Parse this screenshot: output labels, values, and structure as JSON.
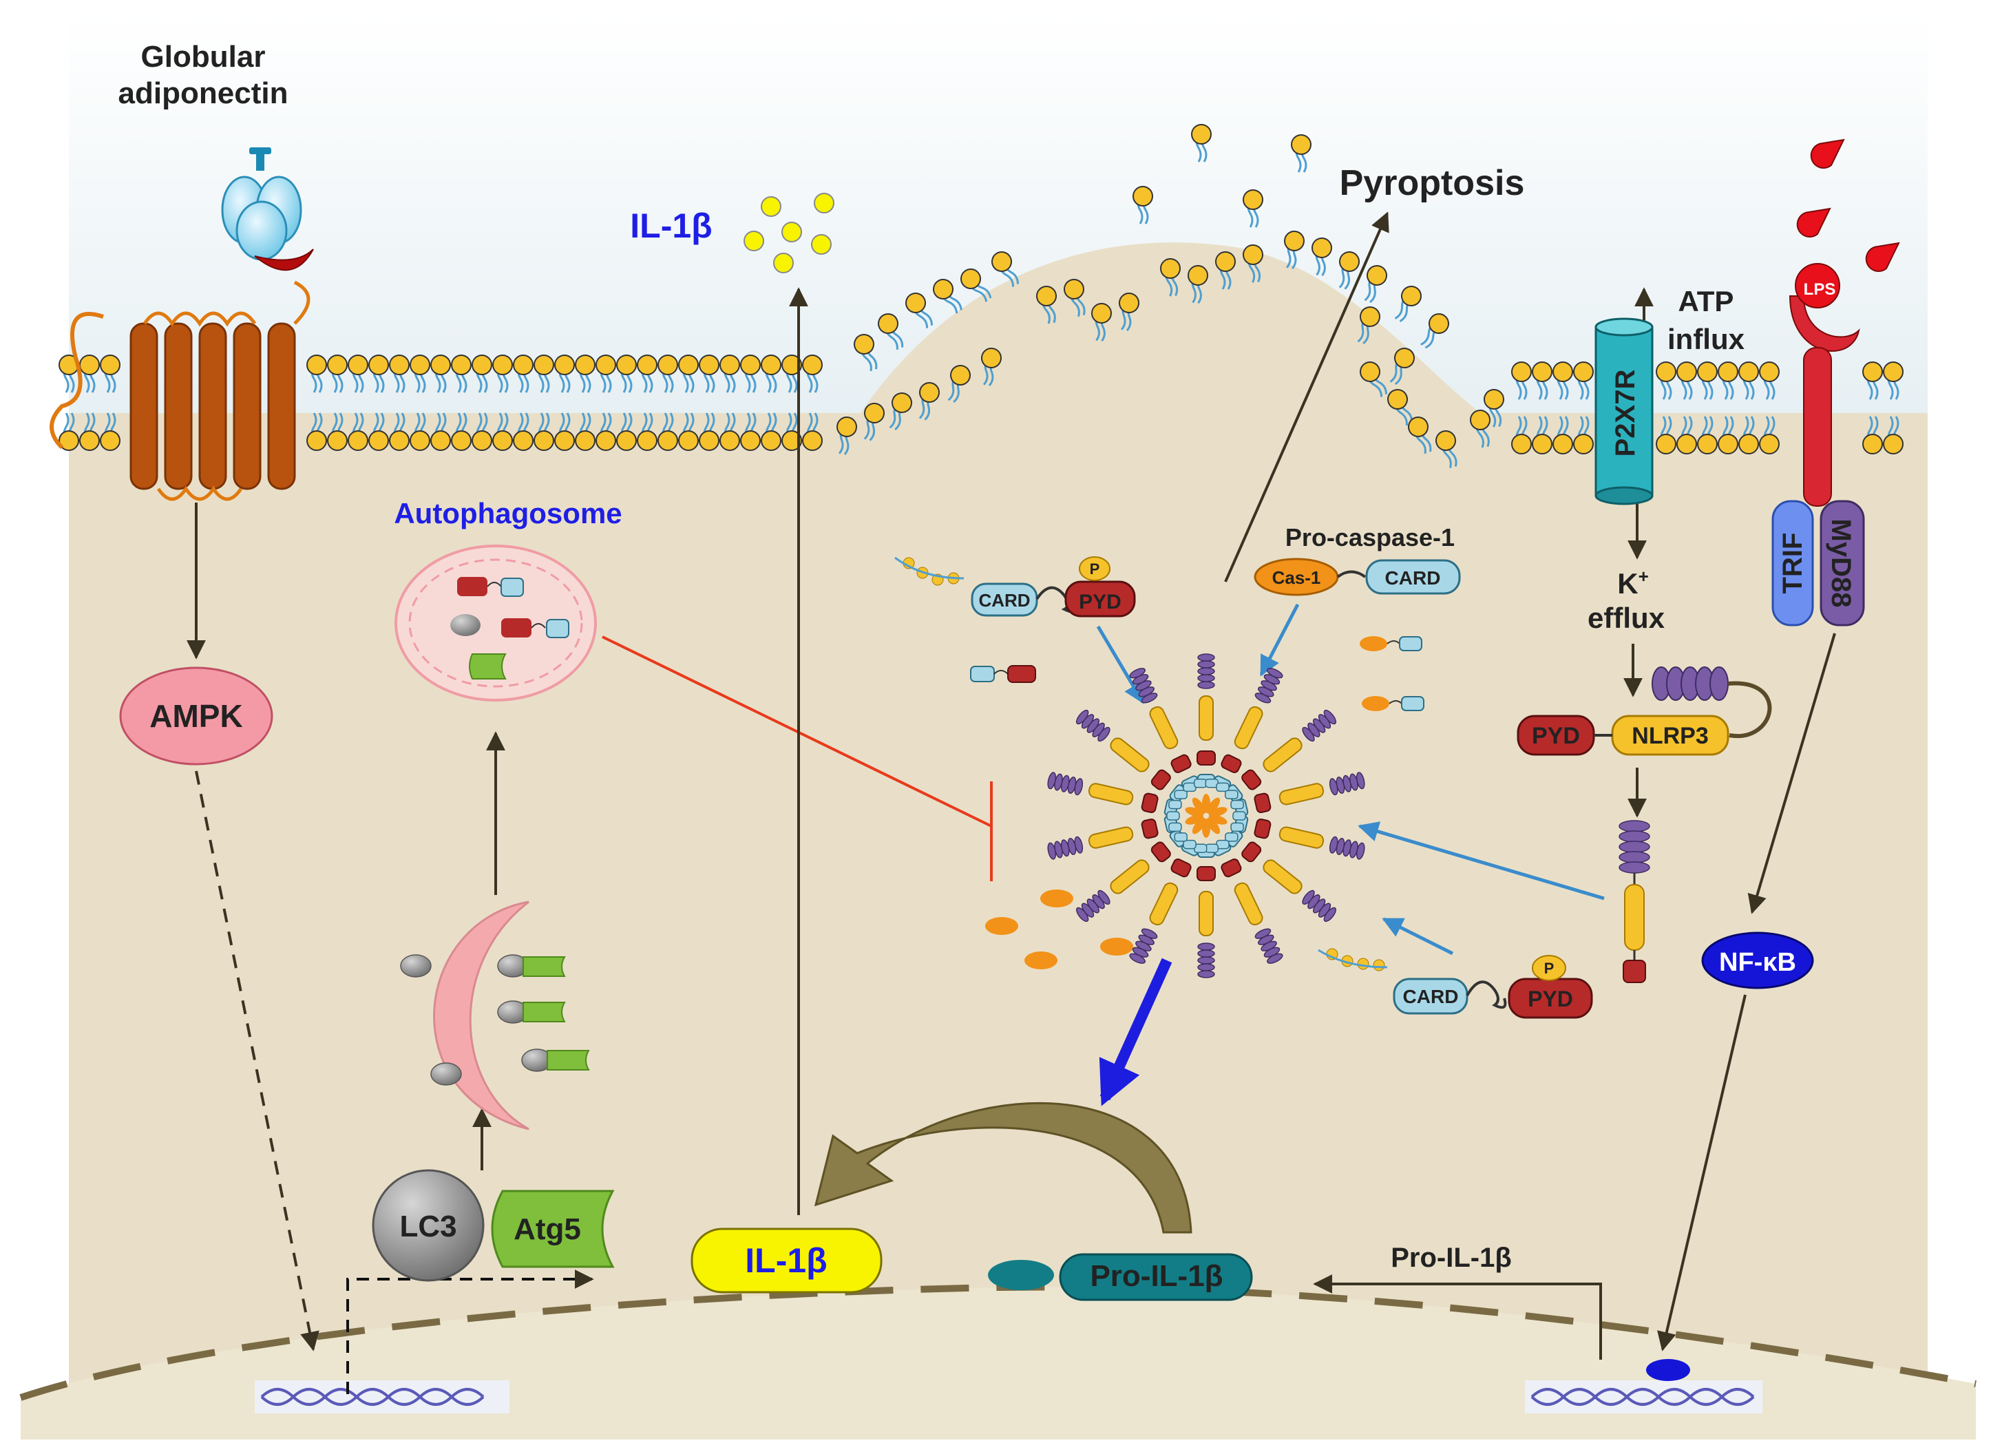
{
  "labels": {
    "globular_line1": "Globular",
    "globular_line2": "adiponectin",
    "il1b_out": "IL-1β",
    "pyroptosis": "Pyroptosis",
    "atp_line1": "ATP",
    "atp_line2": "influx",
    "lps": "LPS",
    "p2x7r": "P2X7R",
    "k_line1": "K",
    "k_sup": "+",
    "k_line2": "efflux",
    "trif": "TRIF",
    "myd88": "MyD88",
    "autophagosome": "Autophagosome",
    "ampk": "AMPK",
    "pro_caspase1": "Pro-caspase-1",
    "cas1": "Cas-1",
    "card": "CARD",
    "pyd": "PYD",
    "p": "P",
    "nlrp3": "NLRP3",
    "nfkb": "NF-κB",
    "lc3": "LC3",
    "atg5": "Atg5",
    "il1b_in": "IL-1β",
    "pro_il1b": "Pro-IL-1β",
    "pro_il1b_arrow": "Pro-IL-1β"
  },
  "colors": {
    "cytoplasm": "#e9dfc8",
    "membrane_head": "#f6c22c",
    "receptor": "#b8520f",
    "card_fill": "#a8d8e8",
    "pyd_fill": "#b72a2a",
    "nlrp3_fill": "#f6c22c",
    "nacht": "#7a5ca6",
    "caspase": "#f29219",
    "atg5": "#7fbf3b",
    "autophagosome": "#f4a9ad",
    "ampk": "#f49aa6",
    "il1b": "#f8f400",
    "pro_il1b": "#127d86",
    "nfkb": "#1515d8",
    "inhibit": "#e83a1c",
    "activate": "#3a8ccc"
  },
  "icons": [
    "adiponectin-receptor-icon",
    "adiponectin-trimer-icon",
    "lps-droplet-icon",
    "tlr4-receptor-icon",
    "p2x7r-channel-icon",
    "dna-helix-icon",
    "inflammasome-complex-icon",
    "phagophore-icon"
  ]
}
